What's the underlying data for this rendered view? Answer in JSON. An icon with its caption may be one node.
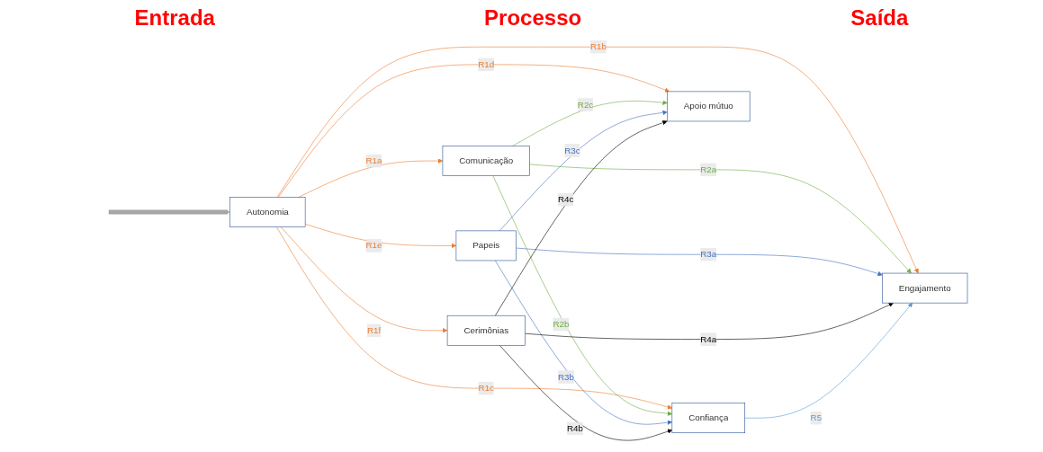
{
  "diagram": {
    "nodes": [
      {
        "text": [
          "Autonomia"
        ]
      },
      {
        "text": [
          "Comunicação"
        ]
      },
      {
        "text": [
          "Papeis"
        ]
      },
      {
        "text": [
          "Cerimônias"
        ]
      },
      {
        "text": [
          "Engajamento"
        ]
      },
      {
        "text": [
          "Confiança"
        ]
      },
      {
        "text": [
          "Apoio mútuo"
        ]
      }
    ],
    "edges": [
      {
        "from": null,
        "to": 0,
        "arrow": "to",
        "style": "thick",
        "color": "#a6a6a6"
      },
      {
        "from": 0,
        "to": 1,
        "arrow": "to",
        "label": "R1a",
        "color": "#ed7d31"
      },
      {
        "from": 0,
        "to": 4,
        "arrow": "to",
        "label": "R1b",
        "color": "#ed7d31"
      },
      {
        "from": 0,
        "to": 5,
        "arrow": "to",
        "label": "R1c",
        "color": "#ed7d31"
      },
      {
        "from": 0,
        "to": 6,
        "arrow": "to",
        "label": "R1d",
        "color": "#ed7d31"
      },
      {
        "from": 0,
        "to": 2,
        "arrow": "to",
        "label": "R1e",
        "color": "#ed7d31"
      },
      {
        "from": 0,
        "to": 3,
        "arrow": "to",
        "label": "R1f",
        "color": "#ed7d31"
      },
      {
        "from": 1,
        "to": 4,
        "arrow": "to",
        "label": "R2a",
        "color": "#70ad47"
      },
      {
        "from": 1,
        "to": 5,
        "arrow": "to",
        "label": "R2b",
        "color": "#70ad47"
      },
      {
        "from": 1,
        "to": 6,
        "arrow": "to",
        "label": "R2c",
        "color": "#70ad47"
      },
      {
        "from": 2,
        "to": 4,
        "arrow": "to",
        "label": "R3a",
        "color": "#4472c4"
      },
      {
        "from": 2,
        "to": 5,
        "arrow": "to",
        "label": "R3b",
        "color": "#4472c4"
      },
      {
        "from": 2,
        "to": 6,
        "arrow": "to",
        "label": "R3c",
        "color": "#4472c4"
      },
      {
        "from": 3,
        "to": 4,
        "arrow": "to",
        "label": "R4a",
        "color": "#000000"
      },
      {
        "from": 3,
        "to": 5,
        "arrow": "to",
        "label": "R4b",
        "color": "#000000"
      },
      {
        "from": 3,
        "to": 6,
        "arrow": "to",
        "label": "R4c",
        "color": "#000000"
      },
      {
        "from": 5,
        "to": 4,
        "arrow": "to",
        "label": "R5",
        "color": "#5b9bd5"
      }
    ],
    "labels": [
      "Entrada",
      "Processo",
      "Saída"
    ]
  }
}
